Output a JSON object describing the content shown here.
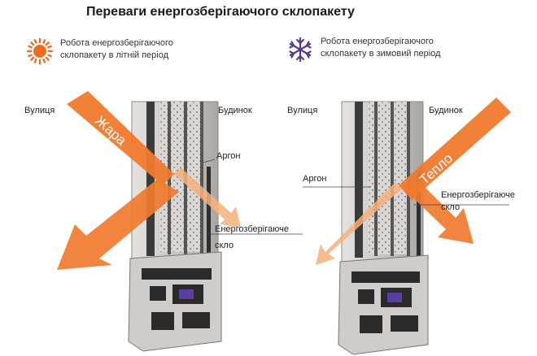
{
  "title": "Переваги енергозберігаючого склопакету",
  "legend": {
    "summer": {
      "line1": "Робота енергозберігаючого",
      "line2": "склопакету в літній період",
      "icon": "sun-icon"
    },
    "winter": {
      "line1": "Робота енергозберігаючого",
      "line2": "склопакету в зимовий період",
      "icon": "snowflake-icon"
    }
  },
  "left_panel": {
    "street": "Вулиця",
    "building": "Будинок",
    "arrow_label": "Жара",
    "argon": "Аргон",
    "glass_line1": "Енергозберігаюче",
    "glass_line2": "скло"
  },
  "right_panel": {
    "street": "Вулиця",
    "building": "Будинок",
    "arrow_label": "Тепло",
    "argon": "Аргон",
    "glass_line1": "Енергозберігаюче",
    "glass_line2": "скло"
  },
  "colors": {
    "arrow": "#f07a2e",
    "arrow_light": "#f5b27e",
    "sun": "#f06a1f",
    "snow": "#5a3a86",
    "frame": "#bfbcba",
    "dark": "#2a2a2a"
  }
}
